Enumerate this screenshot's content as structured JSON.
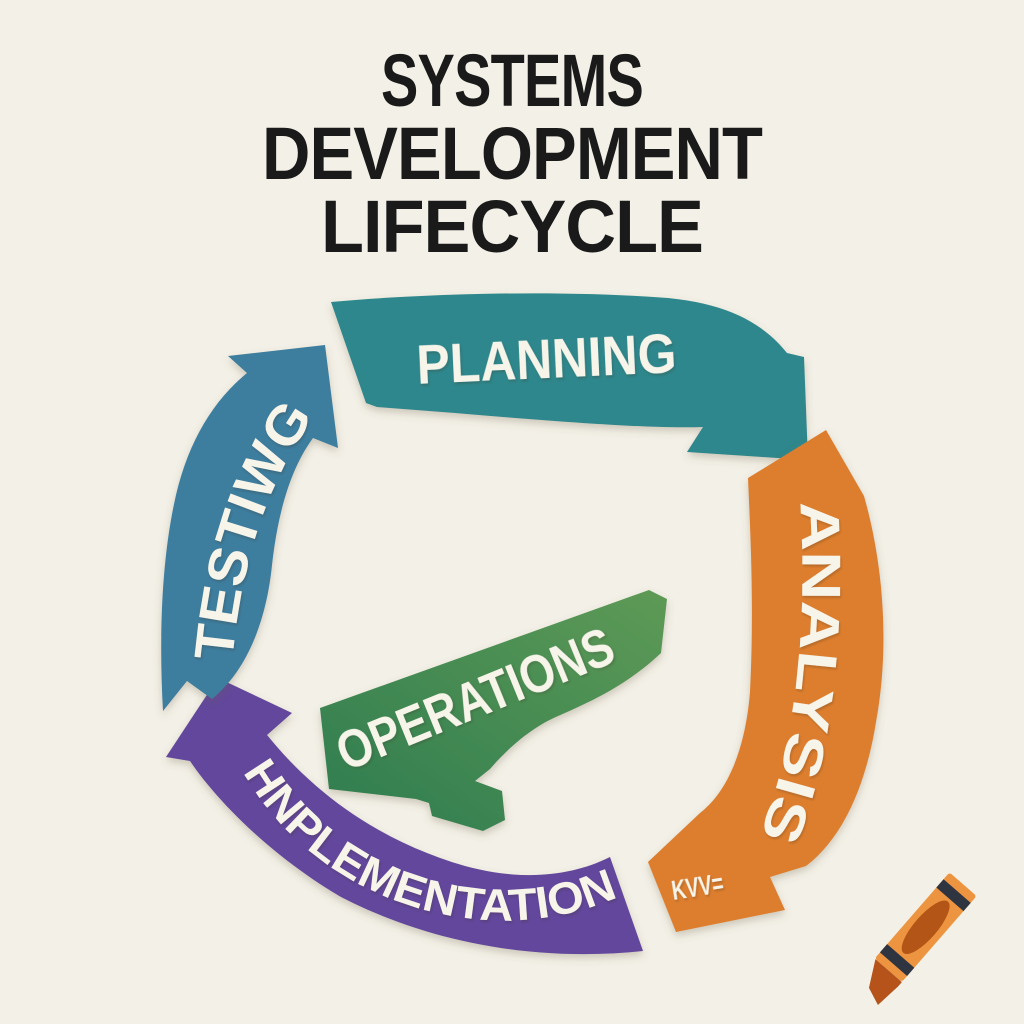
{
  "background": "#f3f0e7",
  "title": {
    "lines": [
      "SYSTEMS",
      "DEVELOPMENT",
      "LIFECYCLE"
    ],
    "color": "#1a1a1a"
  },
  "label_color": "#f7f4ea",
  "stages": [
    {
      "name": "planning",
      "label": "PLANNING",
      "color": "#2f878c"
    },
    {
      "name": "analysis",
      "label": "ANALYSIS",
      "color": "#dd7e2f",
      "annotation": "KVV="
    },
    {
      "name": "implementation",
      "label": "HNPLEMENTATION",
      "color": "#62479c"
    },
    {
      "name": "testing",
      "label": "TESTIWG",
      "color": "#3d7d9e"
    },
    {
      "name": "operations",
      "label": "OPERATIONS",
      "color_dark": "#2e7c50",
      "color_light": "#5e9a55"
    }
  ],
  "watermark": {
    "icon": "crayon-icon",
    "body_color": "#ed9440",
    "ellipse_color": "#b35517",
    "stripe_color": "#2e3440",
    "tip_color": "#b5531b",
    "sparkle_color": "#ea8f3c"
  }
}
